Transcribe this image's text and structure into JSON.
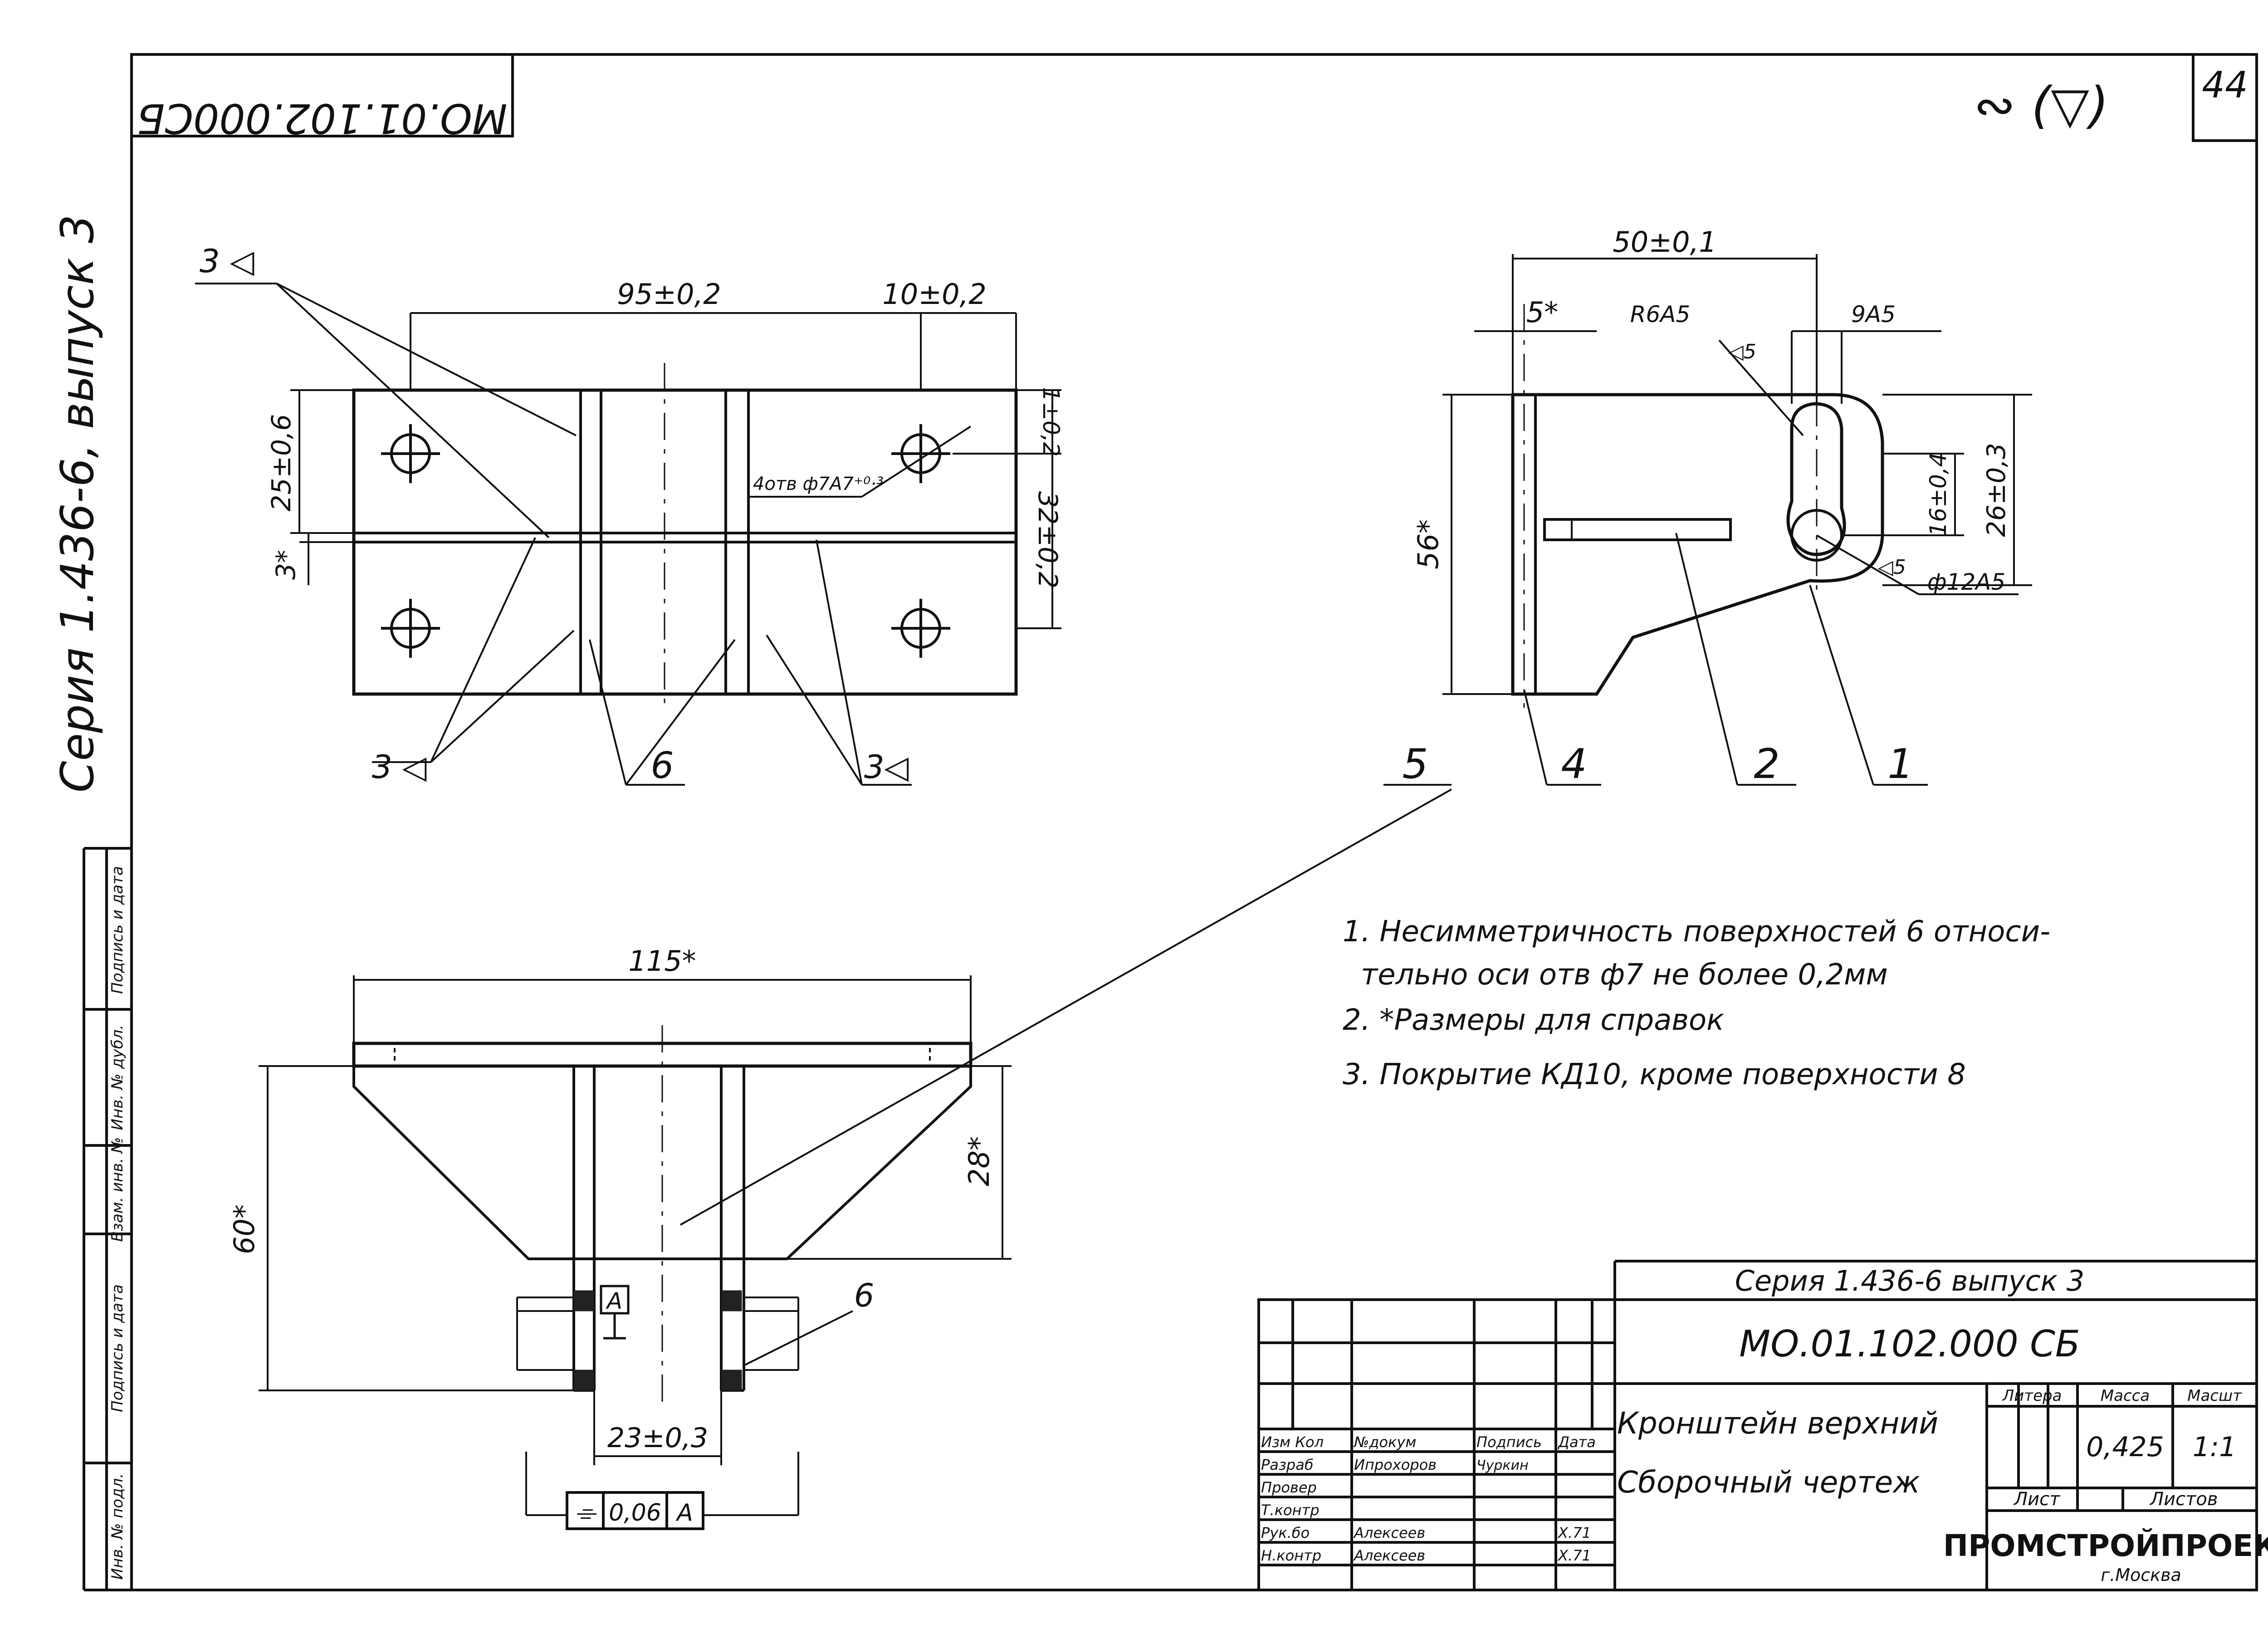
{
  "corner_code": "МО.01.102.000СБ",
  "sheet_number": "44",
  "roughness_mark": "∾ (▽)",
  "series_side": "Серия 1.436-6, выпуск 3",
  "side_stamp": [
    "Подпись и дата",
    "Инв. № дубл.",
    "Взам. инв. №",
    "Подпись и дата",
    "Инв. № подл."
  ],
  "top_view": {
    "dims": [
      "95±0,2",
      "10±0,2",
      "25±0,6",
      "1±0,2",
      "32±0,2",
      "3*"
    ],
    "hole_note": "4отв ф7А7⁺⁰·³",
    "weld_marks": [
      "3 ◁",
      "3 ◁",
      "3◁"
    ],
    "ref_6": "6"
  },
  "side_view": {
    "dims": [
      "50±0,1",
      "5*",
      "R6А5",
      "9А5",
      "56*",
      "16±0,4",
      "26±0,3",
      "ф12А5"
    ],
    "weld_marks": [
      "◁5",
      "◁5"
    ],
    "positions": [
      "5",
      "4",
      "2",
      "1"
    ]
  },
  "front_view": {
    "dims": [
      "115*",
      "60*",
      "28*",
      "23±0,3"
    ],
    "datum": "А",
    "ref_6": "6",
    "tolerance_frame": [
      "⌯",
      "0,06",
      "А"
    ]
  },
  "notes": [
    "1. Несимметричность поверхностей 6 относи-",
    "тельно оси отв ф7 не более 0,2мм",
    "2. *Размеры для справок",
    "3. Покрытие КД10, кроме поверхности 8"
  ],
  "title_block": {
    "series": "Серия 1.436-6 выпуск 3",
    "code": "МО.01.102.000 СБ",
    "name_line1": "Кронштейн верхний",
    "name_line2": "Сборочный чертеж",
    "col_litera": "Литера",
    "col_mass": "Масса",
    "col_scale": "Масшт",
    "mass": "0,425",
    "scale": "1:1",
    "sheet_label": "Лист",
    "sheets_label": "Листов",
    "org": "ПРОМСТРОЙПРОЕКТ",
    "city": "г.Москва",
    "rows": [
      {
        "role": "Изм Кол",
        "name": "№докум",
        "sign": "Подпись",
        "date": "Дата"
      },
      {
        "role": "Разраб",
        "name": "Ипрохоров",
        "sign": "Чуркин",
        "date": ""
      },
      {
        "role": "Провер",
        "name": "",
        "sign": "",
        "date": ""
      },
      {
        "role": "Т.контр",
        "name": "",
        "sign": "",
        "date": ""
      },
      {
        "role": "Рук.бо",
        "name": "Алексеев",
        "sign": "",
        "date": "Х.71"
      },
      {
        "role": "Н.контр",
        "name": "Алексеев",
        "sign": "",
        "date": "Х.71"
      }
    ]
  }
}
